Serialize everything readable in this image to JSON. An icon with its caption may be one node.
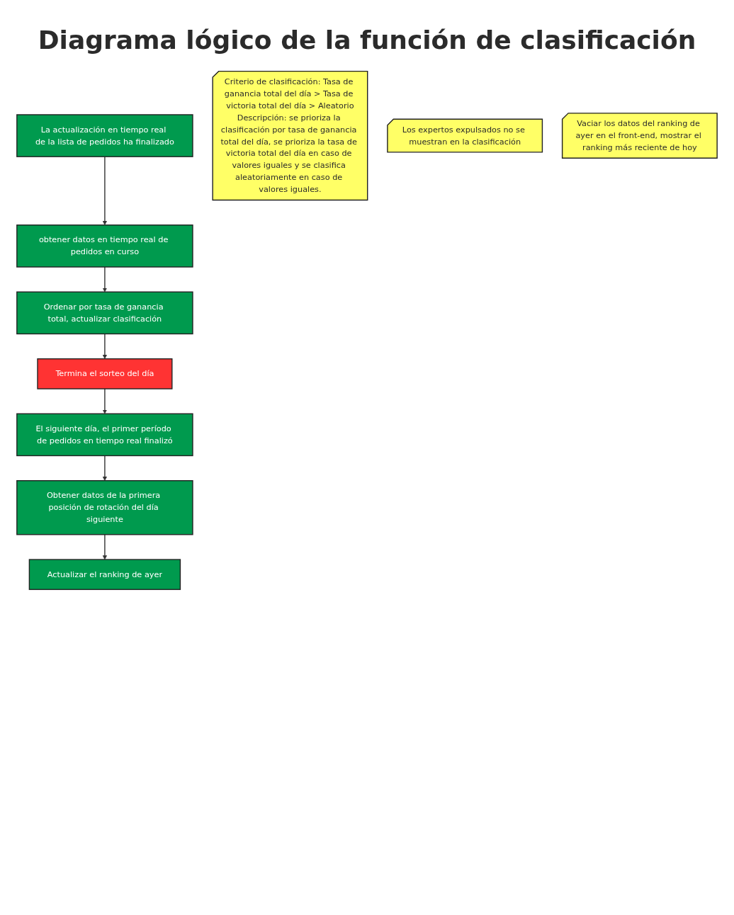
{
  "diagram": {
    "title": "Diagrama lógico de la función de clasificación",
    "nodes": [
      {
        "text": [
          "La actualización en tiempo real de la lista de pedidos ha finalizado"
        ]
      },
      {
        "text": [
          "obtener datos en tiempo real de pedidos en curso"
        ]
      },
      {
        "text": [
          "Ordenar por tasa de ganancia total, actualizar clasificación"
        ]
      },
      {
        "text": [
          "Termina el sorteo del día"
        ]
      },
      {
        "text": [
          "El siguiente día, el primer período de pedidos en tiempo real finalizó"
        ]
      },
      {
        "text": [
          "Obtener datos de la primera posición de rotación del día siguiente"
        ]
      },
      {
        "text": [
          "Actualizar el ranking de ayer"
        ]
      },
      {
        "text": [
          "Criterio de clasificación: Tasa de ganancia total del día > Tasa de victoria total del día > Aleatorio",
          "Descripción: se prioriza la clasificación por tasa de ganancia total del día, se prioriza la tasa de victoria total del día en caso de valores iguales y se clasifica aleatoriamente en caso de valores iguales."
        ]
      },
      {
        "text": [
          "Los expertos expulsados no se muestran en la clasificación"
        ]
      },
      {
        "text": [
          "Vaciar los datos del ranking de ayer en el front-end, mostrar el ranking más reciente de hoy"
        ]
      }
    ],
    "edges": [
      {
        "from": 0,
        "to": 1,
        "arrow": "to"
      },
      {
        "from": 1,
        "to": 2,
        "arrow": "to"
      },
      {
        "from": 2,
        "to": 3,
        "arrow": "to"
      },
      {
        "from": 3,
        "to": 4,
        "arrow": "to"
      },
      {
        "from": 4,
        "to": 5,
        "arrow": "to"
      },
      {
        "from": 5,
        "to": 6,
        "arrow": "to"
      }
    ]
  }
}
